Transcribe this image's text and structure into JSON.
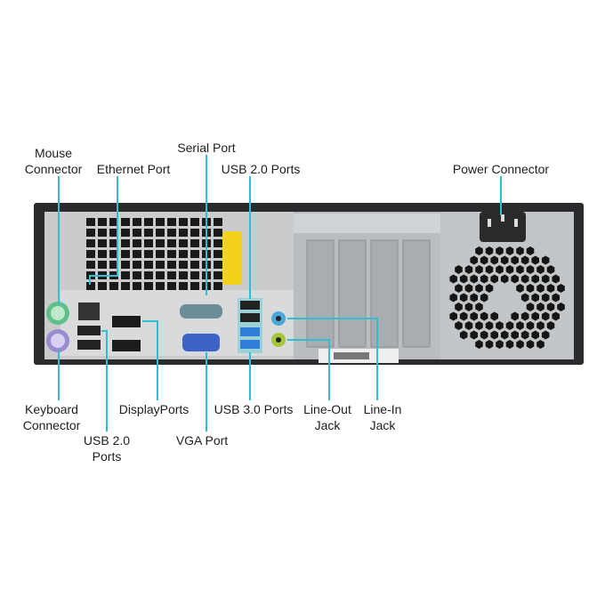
{
  "title": "Desktop rear panel ports",
  "colors": {
    "leader": "#2fc0d0",
    "mouse_port": "#5fc08a",
    "keyboard_port": "#9a8bd0",
    "usb3": "#2f7fd8",
    "vga": "#3d62c8",
    "line_in": "#4aa8d8",
    "line_out": "#a6c63a",
    "tag": "#f2d21a"
  },
  "labels": {
    "mouse": [
      "Mouse",
      "Connector"
    ],
    "ethernet": [
      "Ethernet Port"
    ],
    "serial": [
      "Serial Port"
    ],
    "usb2_top": [
      "USB 2.0 Ports"
    ],
    "power": [
      "Power Connector"
    ],
    "keyboard": [
      "Keyboard",
      "Connector"
    ],
    "usb2_bottom": [
      "USB 2.0",
      "Ports"
    ],
    "displayports": [
      "DisplayPorts"
    ],
    "vga": [
      "VGA Port"
    ],
    "usb3": [
      "USB 3.0 Ports"
    ],
    "line_out": [
      "Line-Out",
      "Jack"
    ],
    "line_in": [
      "Line-In",
      "Jack"
    ]
  }
}
